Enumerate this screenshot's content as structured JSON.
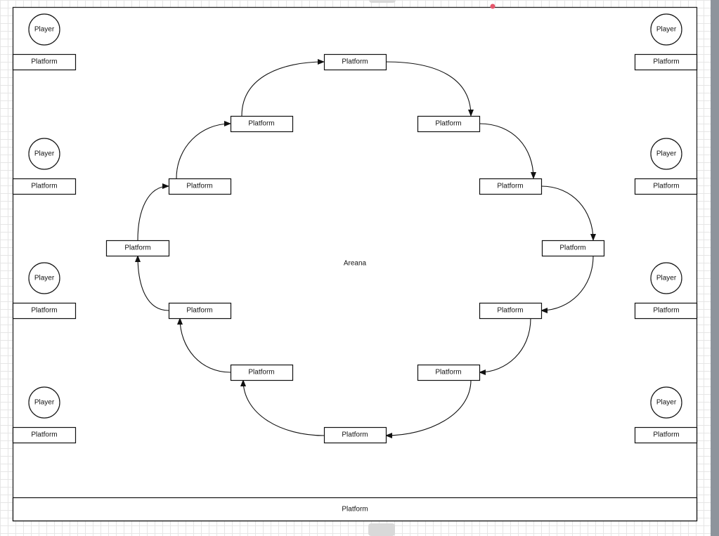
{
  "diagram": {
    "arena_label": "Areana",
    "bottom_platform": "Platform",
    "players": {
      "left": [
        "Player",
        "Player",
        "Player",
        "Player"
      ],
      "right": [
        "Player",
        "Player",
        "Player",
        "Player"
      ]
    },
    "side_platforms": {
      "left": [
        "Platform",
        "Platform",
        "Platform",
        "Platform"
      ],
      "right": [
        "Platform",
        "Platform",
        "Platform",
        "Platform"
      ]
    },
    "ring_platforms": [
      "Platform",
      "Platform",
      "Platform",
      "Platform",
      "Platform",
      "Platform",
      "Platform",
      "Platform",
      "Platform",
      "Platform",
      "Platform",
      "Platform"
    ]
  },
  "colors": {
    "selection_dot": "#e5566b",
    "scrollbar": "#8e949c"
  }
}
